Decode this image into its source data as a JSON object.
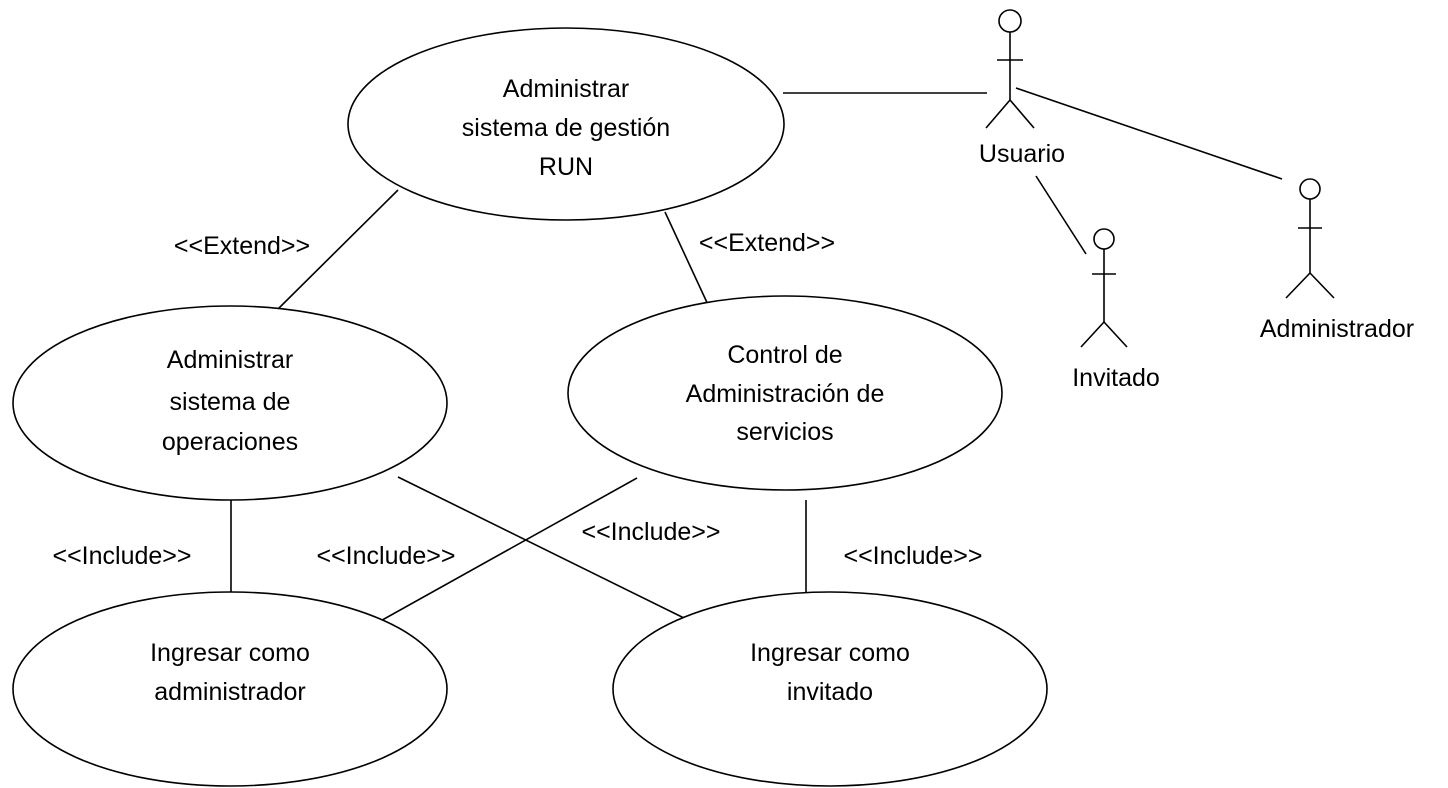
{
  "use_cases": {
    "administrar_run": {
      "lines": [
        "Administrar",
        "sistema de gestión",
        "RUN"
      ]
    },
    "administrar_operaciones": {
      "lines": [
        "Administrar",
        "sistema de",
        "operaciones"
      ]
    },
    "control_servicios": {
      "lines": [
        "Control de",
        "Administración  de",
        "servicios"
      ]
    },
    "ingresar_administrador": {
      "lines": [
        "Ingresar como",
        "administrador"
      ]
    },
    "ingresar_invitado": {
      "lines": [
        "Ingresar como",
        "invitado"
      ]
    }
  },
  "actors": {
    "usuario": "Usuario",
    "invitado": "Invitado",
    "administrador": "Administrador"
  },
  "relations": {
    "extend_left": "<<Extend>>",
    "extend_right": "<<Extend>>",
    "include_ops_admin": "<<Include>>",
    "include_serv_admin": "<<Include>>",
    "include_ops_inv": "<<Include>>",
    "include_serv_inv": "<<Include>>"
  }
}
